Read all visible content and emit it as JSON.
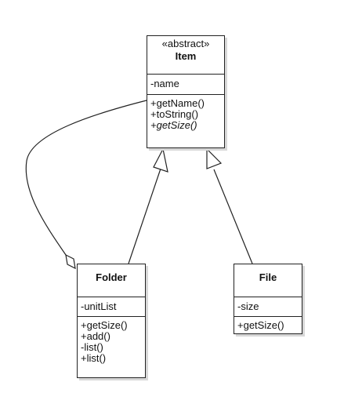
{
  "item": {
    "stereotype": "«abstract»",
    "name": "Item",
    "attributes": [
      "-name"
    ],
    "operations": [
      "+getName()",
      "+toString()",
      "+getSize()"
    ]
  },
  "folder": {
    "name": "Folder",
    "attributes": [
      "-unitList"
    ],
    "operations": [
      "+getSize()",
      "+add()",
      "-list()",
      "+list()"
    ]
  },
  "file": {
    "name": "File",
    "attributes": [
      "-size"
    ],
    "operations": [
      "+getSize()"
    ]
  }
}
